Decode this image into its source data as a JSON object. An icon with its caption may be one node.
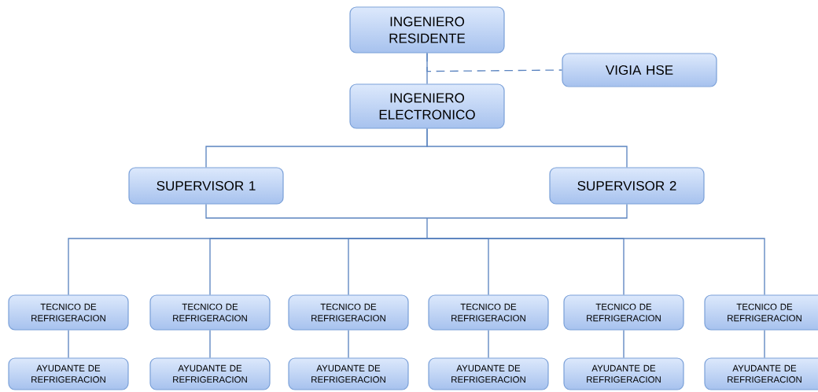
{
  "diagram": {
    "nodes": [
      {
        "text": [
          "INGENIERO RESIDENTE"
        ]
      },
      {
        "text": [
          "VIGIA HSE"
        ]
      },
      {
        "text": [
          "INGENIERO ELECTRONICO"
        ]
      },
      {
        "text": [
          "SUPERVISOR 1"
        ]
      },
      {
        "text": [
          "SUPERVISOR 2"
        ]
      },
      {
        "text": [
          "TECNICO DE REFRIGERACION"
        ]
      },
      {
        "text": [
          "TECNICO DE REFRIGERACION"
        ]
      },
      {
        "text": [
          "TECNICO DE REFRIGERACION"
        ]
      },
      {
        "text": [
          "TECNICO DE REFRIGERACION"
        ]
      },
      {
        "text": [
          "TECNICO DE REFRIGERACION"
        ]
      },
      {
        "text": [
          "TECNICO DE REFRIGERACION"
        ]
      },
      {
        "text": [
          "AYUDANTE DE REFRIGERACION"
        ]
      },
      {
        "text": [
          "AYUDANTE DE REFRIGERACION"
        ]
      },
      {
        "text": [
          "AYUDANTE DE REFRIGERACION"
        ]
      },
      {
        "text": [
          "AYUDANTE DE REFRIGERACION"
        ]
      },
      {
        "text": [
          "AYUDANTE DE REFRIGERACION"
        ]
      },
      {
        "text": [
          "AYUDANTE DE REFRIGERACION"
        ]
      }
    ],
    "edges": [
      {
        "from": 0,
        "to": 2,
        "arrow": "none"
      },
      {
        "from": 0,
        "to": 1,
        "arrow": "none",
        "style": "dashed"
      },
      {
        "from": 2,
        "to": 3,
        "arrow": "none"
      },
      {
        "from": 2,
        "to": 4,
        "arrow": "none"
      },
      {
        "from": 3,
        "to": 5,
        "arrow": "none"
      },
      {
        "from": 3,
        "to": 6,
        "arrow": "none"
      },
      {
        "from": 3,
        "to": 7,
        "arrow": "none"
      },
      {
        "from": 3,
        "to": 8,
        "arrow": "none"
      },
      {
        "from": 3,
        "to": 9,
        "arrow": "none"
      },
      {
        "from": 3,
        "to": 10,
        "arrow": "none"
      },
      {
        "from": 4,
        "to": 5,
        "arrow": "none"
      },
      {
        "from": 4,
        "to": 6,
        "arrow": "none"
      },
      {
        "from": 4,
        "to": 7,
        "arrow": "none"
      },
      {
        "from": 4,
        "to": 8,
        "arrow": "none"
      },
      {
        "from": 4,
        "to": 9,
        "arrow": "none"
      },
      {
        "from": 4,
        "to": 10,
        "arrow": "none"
      },
      {
        "from": 5,
        "to": 11,
        "arrow": "none"
      },
      {
        "from": 6,
        "to": 12,
        "arrow": "none"
      },
      {
        "from": 7,
        "to": 13,
        "arrow": "none"
      },
      {
        "from": 8,
        "to": 14,
        "arrow": "none"
      },
      {
        "from": 9,
        "to": 15,
        "arrow": "none"
      },
      {
        "from": 10,
        "to": 16,
        "arrow": "none"
      }
    ]
  }
}
